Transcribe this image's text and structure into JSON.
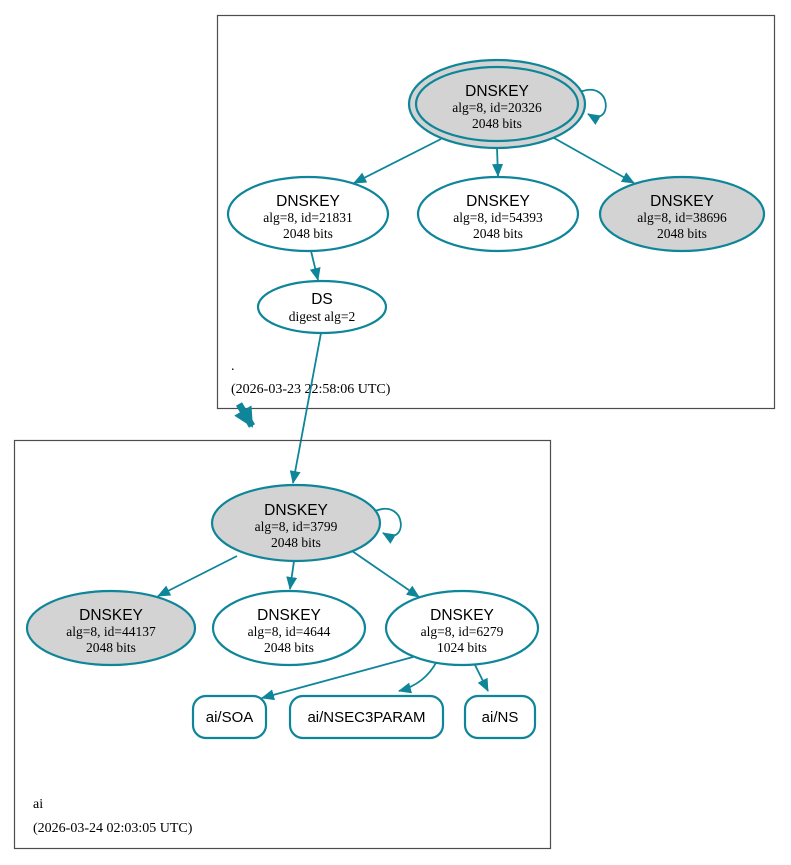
{
  "colors": {
    "edge": "#0e8599",
    "ksk_fill": "#d3d3d3",
    "node_fill": "#ffffff",
    "cluster_border": "#4d4d4d",
    "text": "#000000"
  },
  "clusters": {
    "root": {
      "label": ".",
      "timestamp": "(2026-03-23 22:58:06 UTC)"
    },
    "ai": {
      "label": "ai",
      "timestamp": "(2026-03-24 02:03:05 UTC)"
    }
  },
  "nodes": {
    "key20326": {
      "title": "DNSKEY",
      "detail1": "alg=8, id=20326",
      "detail2": "2048 bits"
    },
    "key21831": {
      "title": "DNSKEY",
      "detail1": "alg=8, id=21831",
      "detail2": "2048 bits"
    },
    "key54393": {
      "title": "DNSKEY",
      "detail1": "alg=8, id=54393",
      "detail2": "2048 bits"
    },
    "key38696": {
      "title": "DNSKEY",
      "detail1": "alg=8, id=38696",
      "detail2": "2048 bits"
    },
    "ds": {
      "title": "DS",
      "detail1": "digest alg=2"
    },
    "key3799": {
      "title": "DNSKEY",
      "detail1": "alg=8, id=3799",
      "detail2": "2048 bits"
    },
    "key44137": {
      "title": "DNSKEY",
      "detail1": "alg=8, id=44137",
      "detail2": "2048 bits"
    },
    "key4644": {
      "title": "DNSKEY",
      "detail1": "alg=8, id=4644",
      "detail2": "2048 bits"
    },
    "key6279": {
      "title": "DNSKEY",
      "detail1": "alg=8, id=6279",
      "detail2": "1024 bits"
    }
  },
  "rrsets": {
    "soa": {
      "label": "ai/SOA"
    },
    "nsec3param": {
      "label": "ai/NSEC3PARAM"
    },
    "ns": {
      "label": "ai/NS"
    }
  }
}
